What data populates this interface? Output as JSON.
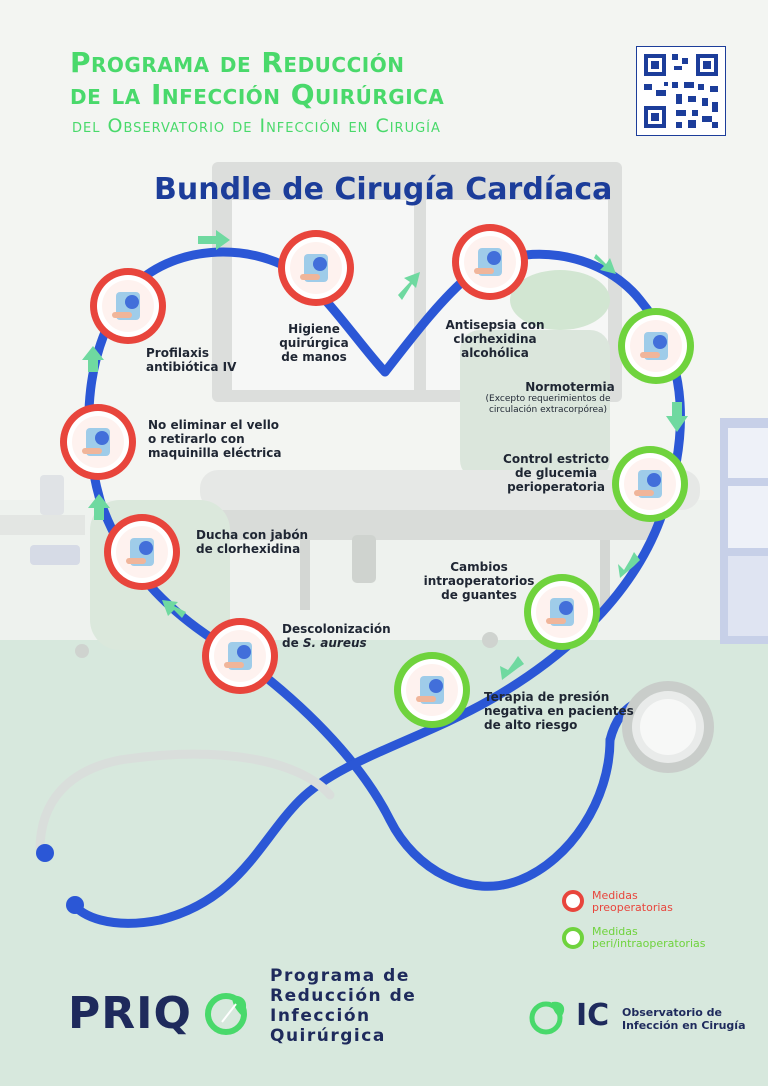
{
  "header": {
    "title_line1": "Programa de Reducción",
    "title_line2": "de la Infección Quirúrgica",
    "subtitle": "del Observatorio de Infección en Cirugía"
  },
  "bundle_title": "Bundle de Cirugía Cardíaca",
  "steps": [
    {
      "lines": [
        "Profilaxis",
        "antibiótica IV"
      ],
      "type": "preoperatoria",
      "icon": "iv-syringe-icon"
    },
    {
      "lines": [
        "Higiene",
        "quirúrgica",
        "de manos"
      ],
      "type": "preoperatoria",
      "icon": "handwash-icon"
    },
    {
      "lines": [
        "Antisepsia con",
        "clorhexidina",
        "alcohólica"
      ],
      "type": "preoperatoria",
      "icon": "antisepsia-icon"
    },
    {
      "lines": [
        "Normotermia"
      ],
      "note": [
        "(Excepto requerimientos de",
        "circulación extracorpórea)"
      ],
      "type": "peri/intraoperatoria",
      "icon": "thermometer-icon"
    },
    {
      "lines": [
        "Control estricto",
        "de glucemia",
        "perioperatoria"
      ],
      "type": "peri/intraoperatoria",
      "icon": "glucometer-icon"
    },
    {
      "lines": [
        "Cambios",
        "intraoperatorios",
        "de guantes"
      ],
      "type": "peri/intraoperatoria",
      "icon": "gloves-icon"
    },
    {
      "lines": [
        "Terapia de presión",
        "negativa en pacientes",
        "de alto riesgo"
      ],
      "type": "peri/intraoperatoria",
      "icon": "negative-pressure-icon"
    },
    {
      "lines": [
        "Descolonización"
      ],
      "line2_prefix": "de ",
      "line2_italic": "S. aureus",
      "type": "preoperatoria",
      "icon": "nasal-swab-icon"
    },
    {
      "lines": [
        "Ducha con jabón",
        "de clorhexidina"
      ],
      "type": "preoperatoria",
      "icon": "shower-icon"
    },
    {
      "lines": [
        "No eliminar el vello",
        "o retirarlo con",
        "maquinilla eléctrica"
      ],
      "type": "preoperatoria",
      "icon": "clipper-icon"
    }
  ],
  "legend": {
    "pre_line1": "Medidas",
    "pre_line2": "preoperatorias",
    "peri_line1": "Medidas",
    "peri_line2": "peri/intraoperatorias"
  },
  "footer": {
    "priq_logo": "PRIQ",
    "program_lines": [
      "Programa de",
      "Reducción de",
      "Infección",
      "Quirúrgica"
    ],
    "oic_logo": "IC",
    "observatorio_lines": [
      "Observatorio de",
      "Infección en Cirugía"
    ]
  },
  "colors": {
    "red": "#e8453c",
    "green": "#6fd33d",
    "blue": "#2b57d6",
    "title_green": "#49d96b",
    "navy": "#1c3d9a"
  }
}
